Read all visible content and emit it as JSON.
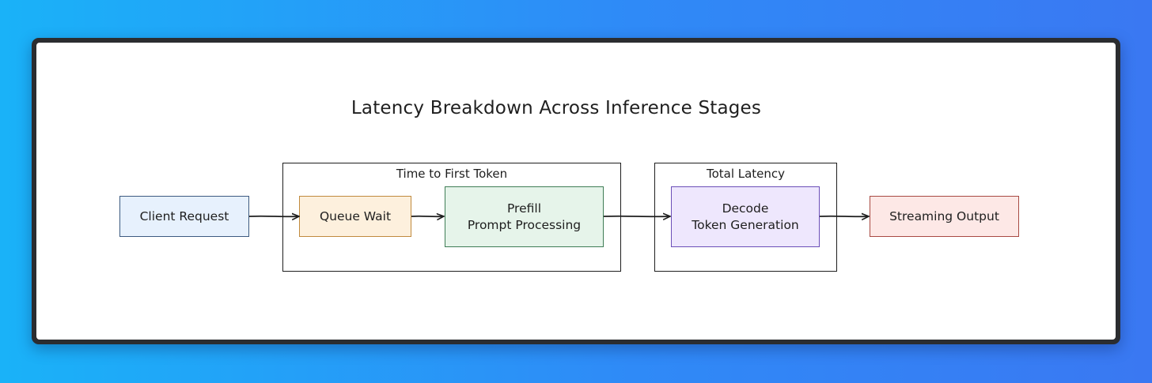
{
  "diagram": {
    "title": "Latency Breakdown Across Inference Stages",
    "groups": {
      "ttft_label": "Time to First Token",
      "total_label": "Total Latency"
    },
    "nodes": {
      "client_request": {
        "label": "Client Request",
        "fill": "#e7f1fd",
        "stroke": "#3d5a80"
      },
      "queue_wait": {
        "label": "Queue Wait",
        "fill": "#fdf0dd",
        "stroke": "#c08a3e"
      },
      "prefill": {
        "line1": "Prefill",
        "line2": "Prompt Processing",
        "fill": "#e6f4ea",
        "stroke": "#3f7d56"
      },
      "decode": {
        "line1": "Decode",
        "line2": "Token Generation",
        "fill": "#eee7fd",
        "stroke": "#6b4fb8"
      },
      "streaming_output": {
        "label": "Streaming Output",
        "fill": "#fde8e6",
        "stroke": "#a84a43"
      }
    },
    "edge_color": "#1e1e1e"
  }
}
